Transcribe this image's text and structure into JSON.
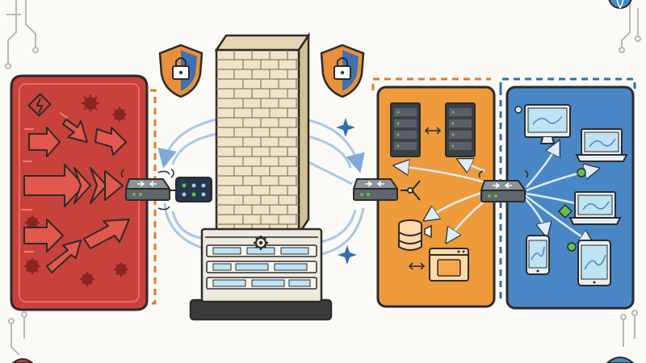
{
  "colors": {
    "background": "#fbfaf6",
    "outline": "#2b2b2b",
    "threat_zone": "#c9413b",
    "threat_zone_dark": "#9e2f2a",
    "threat_arrow": "#e2584c",
    "malware": "#8a2622",
    "dmz_zone": "#ee9b3c",
    "dmz_border": "#e07b2a",
    "internal_zone": "#4a87c6",
    "internal_border": "#2f6fb0",
    "brick": "#efe4c9",
    "shield_blue": "#3e72b3",
    "shield_orange": "#e8903a",
    "flow_arrow": "#a9c8e8",
    "device_screen": "#bfe3f2",
    "indicator_green": "#67c04c",
    "spark": "#2f6fb0"
  },
  "icons": [
    "shield-lock-icon",
    "firewall-brick-wall-icon",
    "firewall-appliance-icon",
    "gear-icon",
    "router-icon",
    "switch-icon",
    "server-rack-icon",
    "database-icon",
    "web-page-icon",
    "monitor-icon",
    "laptop-icon",
    "smartphone-icon",
    "tablet-icon",
    "malware-bug-icon",
    "attack-arrow-icon",
    "lightning-icon",
    "circuit-trace-icon",
    "globe-icon",
    "sparkle-icon"
  ],
  "zones": [
    {
      "id": "untrusted",
      "fill": "#c9413b"
    },
    {
      "id": "dmz",
      "fill": "#ee9b3c"
    },
    {
      "id": "internal",
      "fill": "#4a87c6"
    }
  ]
}
